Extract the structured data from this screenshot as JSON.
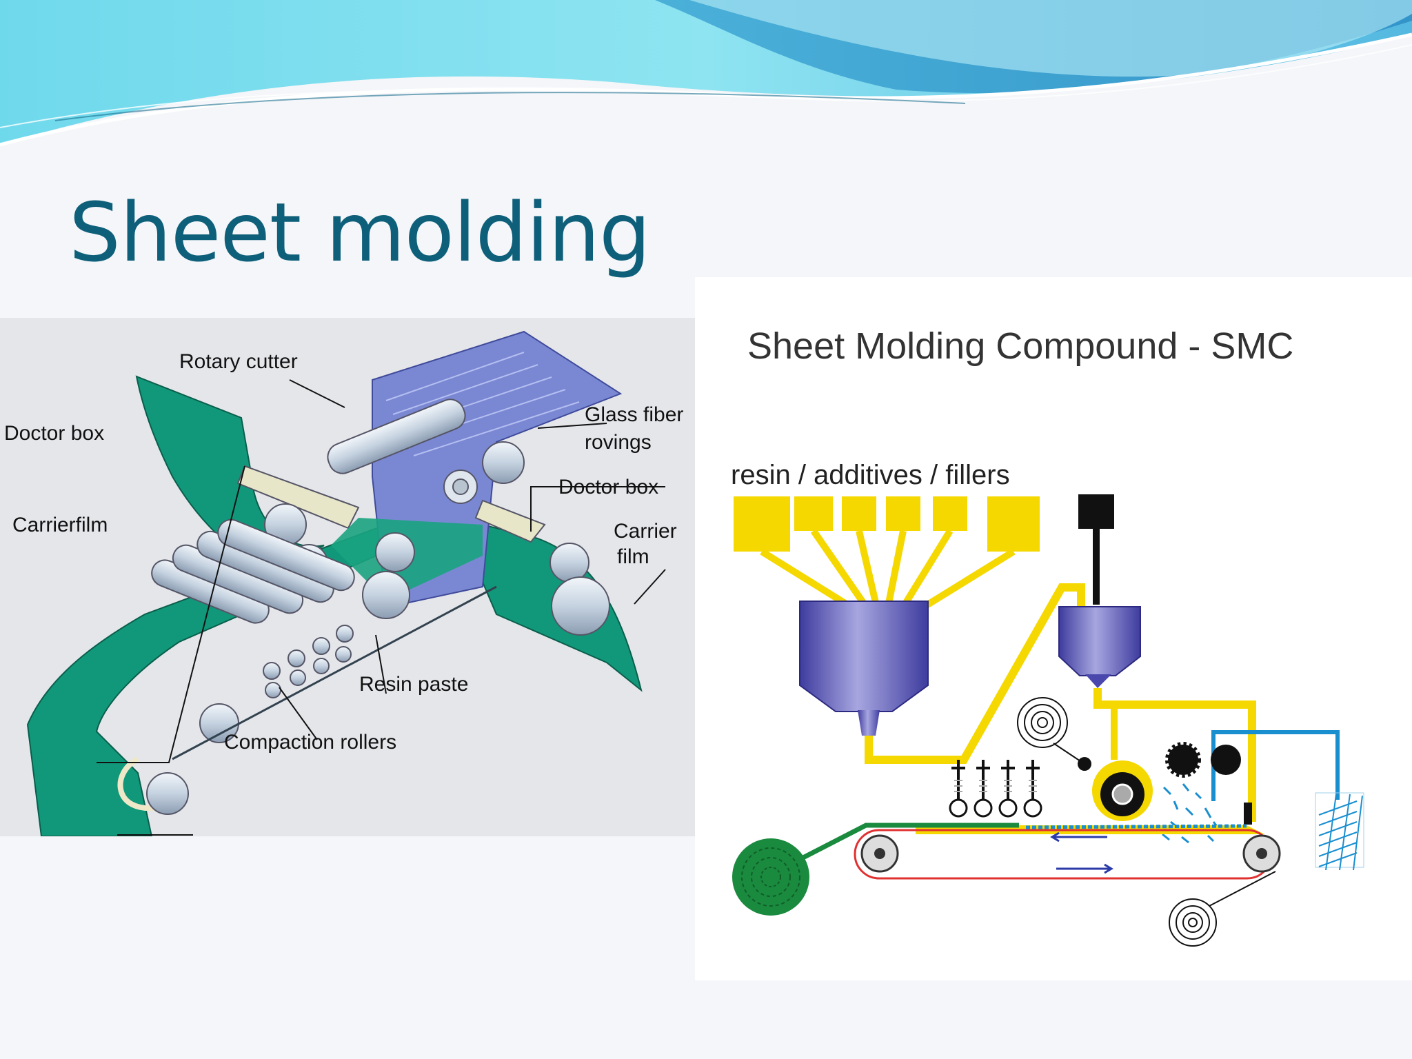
{
  "slide": {
    "title": "Sheet molding"
  },
  "left_diagram": {
    "labels": {
      "rotary_cutter": "Rotary cutter",
      "glass_fiber_line1": "Glass fiber",
      "glass_fiber_line2": "rovings",
      "doctor_box_left": "Doctor box",
      "doctor_box_right": "Doctor box",
      "carrierfilm": "Carrierfilm",
      "carrier_film_line1": "Carrier",
      "carrier_film_line2": "film",
      "resin_paste": "Resin paste",
      "compaction_rollers": "Compaction rollers"
    }
  },
  "right_diagram": {
    "title": "Sheet Molding Compound - SMC",
    "inputs_label": "resin / additives / fillers"
  },
  "colors": {
    "title": "#0e5f79",
    "film_green": "#11987a",
    "roving_blue": "#7a88d4",
    "resin_yellow": "#f5d800",
    "hopper_blue": "#4a48ad",
    "belt_red": "#e03030",
    "fiber_blue": "#1a8fd0"
  }
}
